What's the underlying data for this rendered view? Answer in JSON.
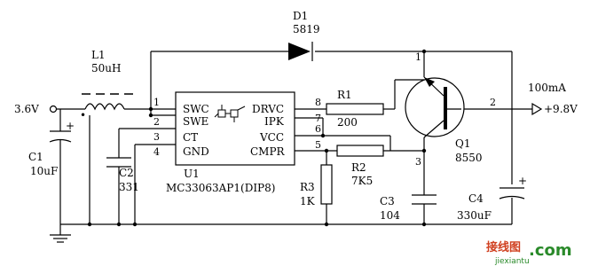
{
  "components": {
    "d1": {
      "ref": "D1",
      "value": "5819"
    },
    "l1": {
      "ref": "L1",
      "value": "50uH"
    },
    "c1": {
      "ref": "C1",
      "value": "10uF"
    },
    "c2": {
      "ref": "C2",
      "value": "331"
    },
    "c3": {
      "ref": "C3",
      "value": "104"
    },
    "c4": {
      "ref": "C4",
      "value": "330uF"
    },
    "r1": {
      "ref": "R1",
      "value": "200"
    },
    "r2": {
      "ref": "R2",
      "value": "7K5"
    },
    "r3": {
      "ref": "R3",
      "value": "1K"
    },
    "q1": {
      "ref": "Q1",
      "value": "8550"
    },
    "u1": {
      "ref": "U1",
      "value": "MC33063AP1(DIP8)"
    }
  },
  "ic_pins": {
    "swc": "SWC",
    "swe": "SWE",
    "ct": "CT",
    "gnd": "GND",
    "drvc": "DRVC",
    "ipk": "IPK",
    "vcc": "VCC",
    "cmpr": "CMPR",
    "n1": "1",
    "n2": "2",
    "n3": "3",
    "n4": "4",
    "n5": "5",
    "n6": "6",
    "n7": "7",
    "n8": "8"
  },
  "q1_pins": {
    "p1": "1",
    "p2": "2",
    "p3": "3"
  },
  "polarity": {
    "c1_plus": "+",
    "c4_plus": "+",
    "l1_dot": "•"
  },
  "terminals": {
    "input": "3.6V",
    "output": "+9.8V",
    "current": "100mA"
  },
  "watermark": {
    "cn": "接线图",
    "site": "jiexiantu",
    "com": ".com"
  }
}
